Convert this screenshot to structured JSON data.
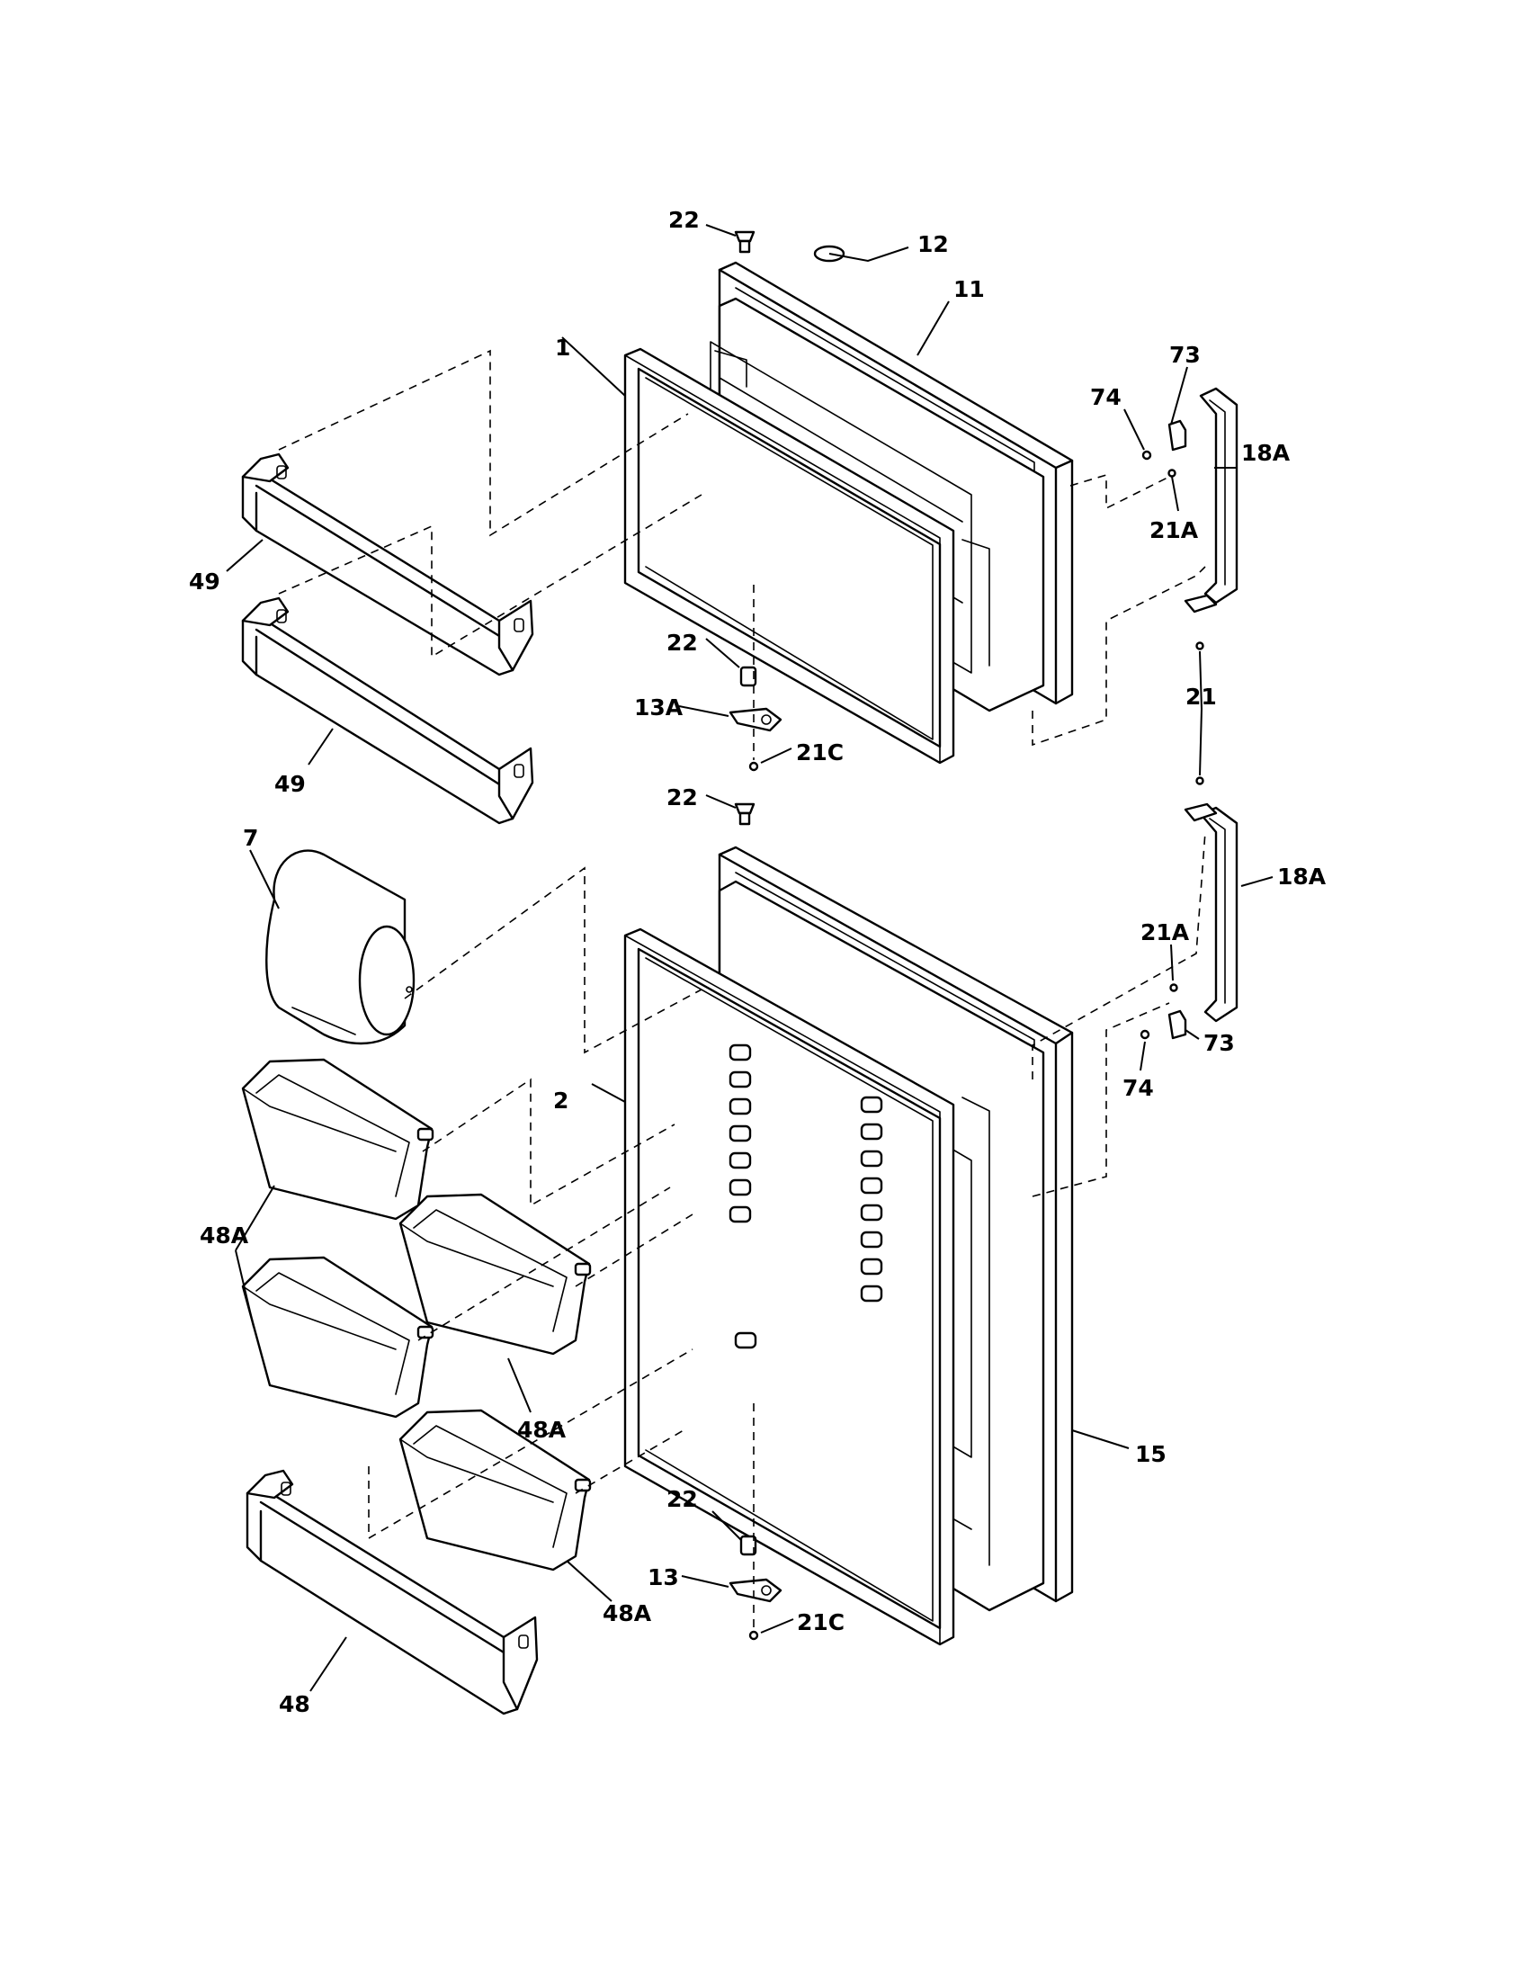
{
  "callouts": {
    "c22_top": "22",
    "c12": "12",
    "c11": "11",
    "c1": "1",
    "c73_top": "73",
    "c74_top": "74",
    "c18A_top": "18A",
    "c21A_top": "21A",
    "c49_top": "49",
    "c22_mid": "22",
    "c13A": "13A",
    "c21C_top": "21C",
    "c21": "21",
    "c49_bottom": "49",
    "c22_lower": "22",
    "c7": "7",
    "c18A_bottom": "18A",
    "c21A_bottom": "21A",
    "c73_bottom": "73",
    "c74_bottom": "74",
    "c2": "2",
    "c48A_left": "48A",
    "c48A_mid": "48A",
    "c15": "15",
    "c22_bottom": "22",
    "c13": "13",
    "c21C_bottom": "21C",
    "c48A_right": "48A",
    "c48": "48"
  }
}
